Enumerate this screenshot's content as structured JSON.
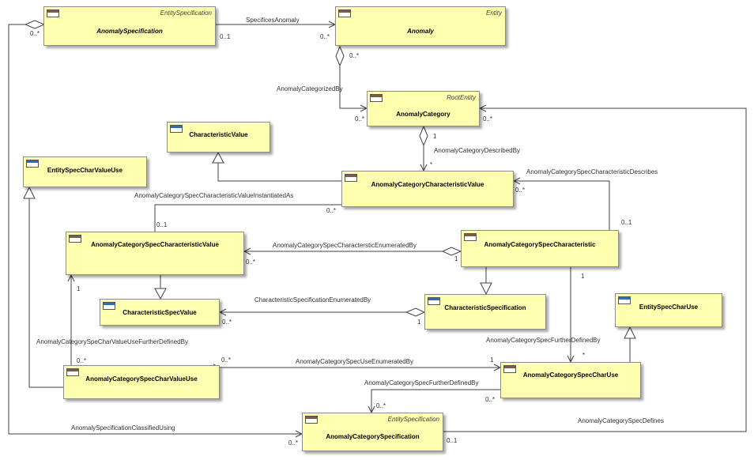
{
  "classes": {
    "anomaly_specification": {
      "name": "AnomalySpecification",
      "stereotype": "EntitySpecification"
    },
    "anomaly": {
      "name": "Anomaly",
      "stereotype": "Entity"
    },
    "anomaly_category": {
      "name": "AnomalyCategory",
      "stereotype": "RootEntity"
    },
    "characteristic_value": {
      "name": "CharacteristicValue"
    },
    "entity_spec_char_value_use": {
      "name": "EntitySpecCharValueUse"
    },
    "anomaly_category_characteristic_value": {
      "name": "AnomalyCategoryCharacteristicValue"
    },
    "anomaly_category_spec_characteristic_value": {
      "name": "AnomalyCategorySpecCharacteristicValue"
    },
    "anomaly_category_spec_characteristic": {
      "name": "AnomalyCategorySpecCharacteristic"
    },
    "characteristic_spec_value": {
      "name": "CharacteristicSpecValue"
    },
    "characteristic_specification": {
      "name": "CharacteristicSpecification"
    },
    "entity_spec_char_use": {
      "name": "EntitySpecCharUse"
    },
    "anomaly_category_spec_char_value_use": {
      "name": "AnomalyCategorySpecCharValueUse"
    },
    "anomaly_category_spec_char_use": {
      "name": "AnomalyCategorySpecCharUse"
    },
    "anomaly_category_specification": {
      "name": "AnomalyCategorySpecification",
      "stereotype": "EntitySpecification"
    }
  },
  "associations": {
    "specifies_anomaly": "SpecificesAnomaly",
    "anomaly_categorized_by": "AnomalyCategorizedBy",
    "anomaly_category_described_by": "AnomalyCategoryDescribedBy",
    "spec_characteristic_describes": "AnomalyCategorySpecCharacteristicDescribes",
    "spec_char_value_instantiated_as": "AnomalyCategorySpecCharacteristicValueInstantiatedAs",
    "spec_characteristic_enumerated_by": "AnomalyCategorySpecCharactersticEnumeratedBy",
    "characteristic_specification_enumerated_by": "CharacteristicSpecificationEnumeratedBy",
    "spec_char_value_use_further_defined_by": "AnomalyCategorySpeCharValueUseFurtherDefinedBy",
    "spec_further_defined_by_right": "AnomalyCategorySpecFurtherDefinedBy",
    "spec_use_enumerated_by": "AnomalyCategorySpecUseEnumeratedBy",
    "spec_further_defined_by_bottom": "AnomalyCategorySpecFurtherDefinedBy",
    "specification_classified_using": "AnomalySpecificationClassifiedUsing",
    "spec_defines": "AnomalyCategorySpecDefines"
  },
  "multiplicities": {
    "m1": "0..*",
    "m2": "0..1",
    "m3": "0..*",
    "m4": "0..*",
    "m5": "0..*",
    "m6": "0..*",
    "m7": "1",
    "m8": "*",
    "m9": "0..*",
    "m10": "0..1",
    "m11": "0..*",
    "m12": "0..1",
    "m13": "0..*",
    "m14": "1",
    "m15": "1",
    "m16": "0..*",
    "m17": "1",
    "m18": "1",
    "m19": "*",
    "m20": "0..*",
    "m21": "1",
    "m22": "0..*",
    "m23": "0..*",
    "m24": "0..*",
    "m25": "0..1"
  }
}
